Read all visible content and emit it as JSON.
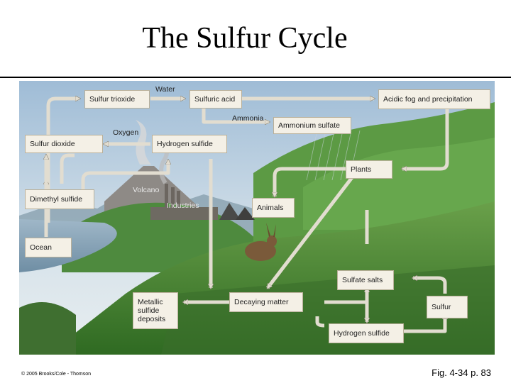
{
  "title": "The Sulfur Cycle",
  "figure": {
    "boxes": {
      "sulfur_trioxide": "Sulfur trioxide",
      "sulfuric_acid": "Sulfuric acid",
      "acidic_fog": "Acidic fog and precipitation",
      "ammonium_sulfate": "Ammonium sulfate",
      "sulfur_dioxide": "Sulfur dioxide",
      "hydrogen_sulfide_top": "Hydrogen sulfide",
      "plants": "Plants",
      "dimethyl_sulfide": "Dimethyl sulfide",
      "animals": "Animals",
      "ocean": "Ocean",
      "sulfate_salts": "Sulfate salts",
      "metallic_line1": "Metallic",
      "metallic_line2": "sulfide",
      "metallic_line3": "deposits",
      "decaying_matter": "Decaying matter",
      "sulfur": "Sulfur",
      "hydrogen_sulfide_bottom": "Hydrogen sulfide"
    },
    "labels": {
      "water": "Water",
      "ammonia": "Ammonia",
      "oxygen": "Oxygen",
      "volcano": "Volcano",
      "industries": "Industries"
    }
  },
  "footer": {
    "copyright": "© 2005 Brooks/Cole - Thomson",
    "figref": "Fig. 4-34 p. 83"
  }
}
